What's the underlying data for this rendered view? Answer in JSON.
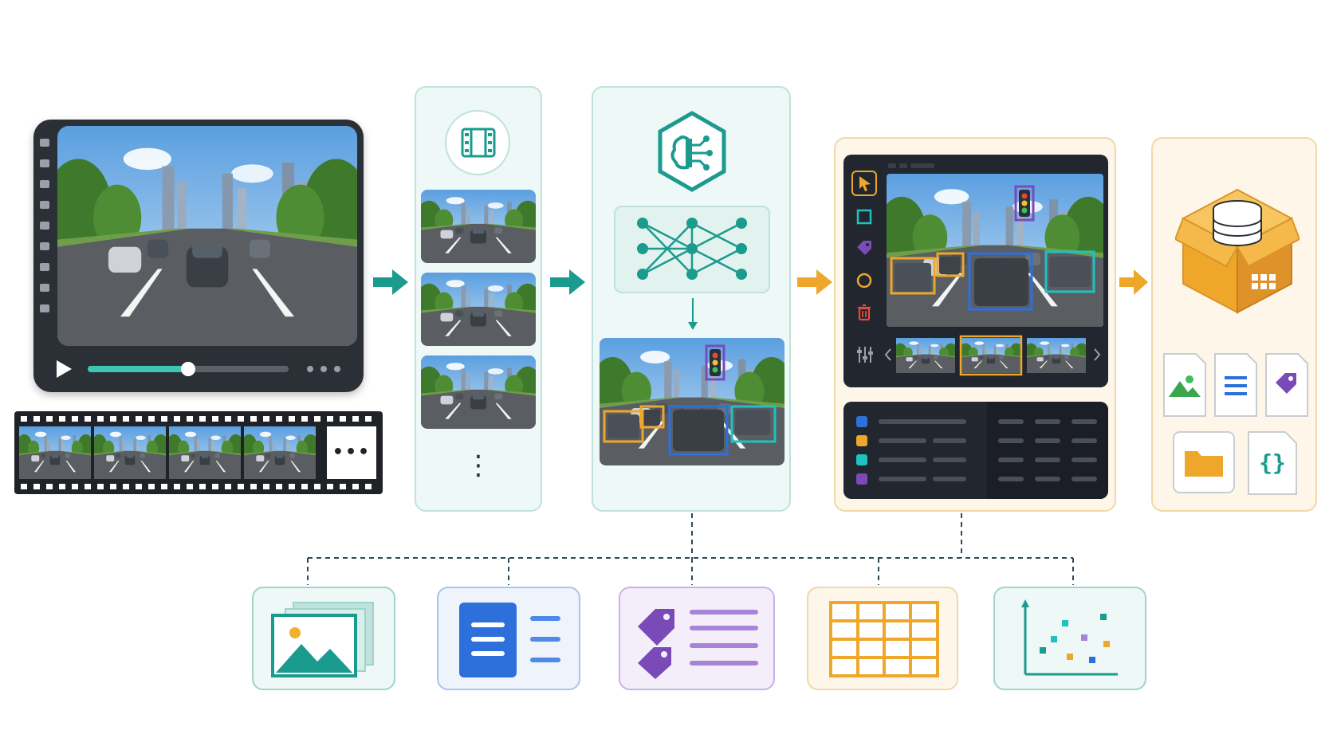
{
  "colors": {
    "teal": "#1a9b8e",
    "amber": "#eea72a",
    "blue": "#2d6fdb",
    "purple": "#7a4ab8",
    "cyan": "#1fc1c1",
    "dark_panel": "#22262e",
    "progress": "#3ec7b0"
  },
  "video_player": {
    "progress_fraction": 0.5,
    "icons": [
      "play-icon",
      "more-dots-icon"
    ]
  },
  "filmstrip": {
    "frame_count": 4,
    "more_label": "•••"
  },
  "frame_column": {
    "icons": [
      "film-icon"
    ],
    "frame_count": 3,
    "ellipsis": "⋮"
  },
  "ai_panel": {
    "icons": [
      "ai-brain-icon",
      "neural-network-icon",
      "down-arrow-icon"
    ],
    "boxes": [
      "amber",
      "amber",
      "blue",
      "cyan",
      "purple"
    ]
  },
  "annotation_tool": {
    "tools": [
      "cursor-tool-icon",
      "box-tool-icon",
      "tag-tool-icon",
      "circle-tool-icon",
      "delete-tool-icon"
    ],
    "label_colors": [
      "#2d6fdb",
      "#eea72a",
      "#1fc1c1",
      "#7a4ab8"
    ]
  },
  "export_panel": {
    "icons": [
      "database-box-icon",
      "image-file-icon",
      "text-file-icon",
      "tag-file-icon",
      "folder-icon",
      "json-file-icon"
    ],
    "json_glyph": "{}"
  },
  "outputs": [
    {
      "name": "images-output",
      "icon": "images-icon"
    },
    {
      "name": "documents-output",
      "icon": "document-icon"
    },
    {
      "name": "labels-output",
      "icon": "tags-list-icon"
    },
    {
      "name": "tables-output",
      "icon": "table-icon"
    },
    {
      "name": "scatter-output",
      "icon": "scatter-plot-icon"
    }
  ]
}
